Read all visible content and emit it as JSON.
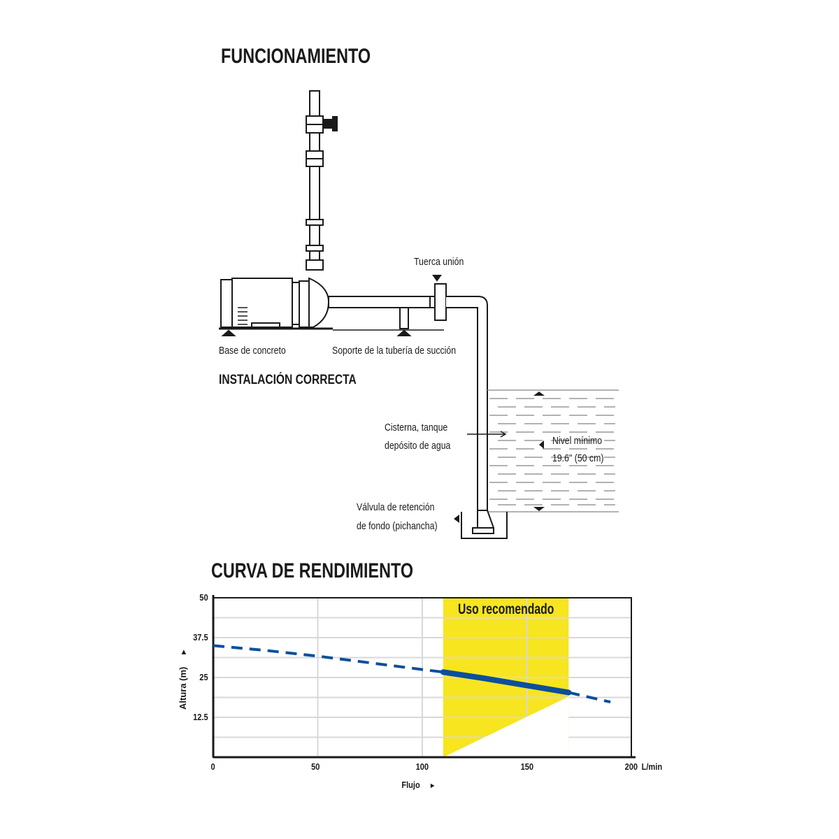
{
  "diagram": {
    "title": "FUNCIONAMIENTO",
    "subtitle": "INSTALACIÓN CORRECTA",
    "labels": {
      "union_nut": "Tuerca unión",
      "concrete_base": "Base de concreto",
      "suction_support": "Soporte de la tubería de succión",
      "cistern_line1": "Cisterna, tanque",
      "cistern_line2": "depósito de agua",
      "min_level_line1": "Nivel mínimo",
      "min_level_line2": "19.6\" (50 cm)",
      "foot_valve_line1": "Válvula de retención",
      "foot_valve_line2": "de fondo (pichancha)"
    }
  },
  "chart_data": {
    "type": "line",
    "title": "CURVA DE RENDIMIENTO",
    "xlabel": "Flujo",
    "ylabel": "Altura (m)",
    "x_unit": "L/min",
    "xlim": [
      0,
      200
    ],
    "ylim": [
      0,
      50
    ],
    "x_ticks": [
      "0",
      "50",
      "100",
      "150",
      "200"
    ],
    "x_tick_values": [
      0,
      50,
      100,
      150,
      200
    ],
    "y_ticks": [
      "12.5",
      "25",
      "37.5",
      "50"
    ],
    "y_tick_values": [
      12.5,
      25,
      37.5,
      50
    ],
    "grid": true,
    "recommended_zone": {
      "label": "Uso recomendado",
      "x_range": [
        110,
        170
      ],
      "color": "#f7e51f"
    },
    "series": [
      {
        "name": "curve-extrapolated",
        "style": "dashed",
        "color": "#0b4f9c",
        "x": [
          0,
          25,
          50,
          75,
          100,
          110
        ],
        "y": [
          35,
          33.5,
          31.7,
          29.6,
          27.5,
          26.7
        ]
      },
      {
        "name": "curve-recommended",
        "style": "solid",
        "color": "#0b4f9c",
        "x": [
          110,
          130,
          150,
          170
        ],
        "y": [
          26.7,
          24.7,
          22.5,
          20.3
        ]
      },
      {
        "name": "curve-extrapolated-high",
        "style": "dashed",
        "color": "#0b4f9c",
        "x": [
          170,
          180,
          190
        ],
        "y": [
          20.3,
          18.8,
          17.3
        ]
      }
    ]
  }
}
